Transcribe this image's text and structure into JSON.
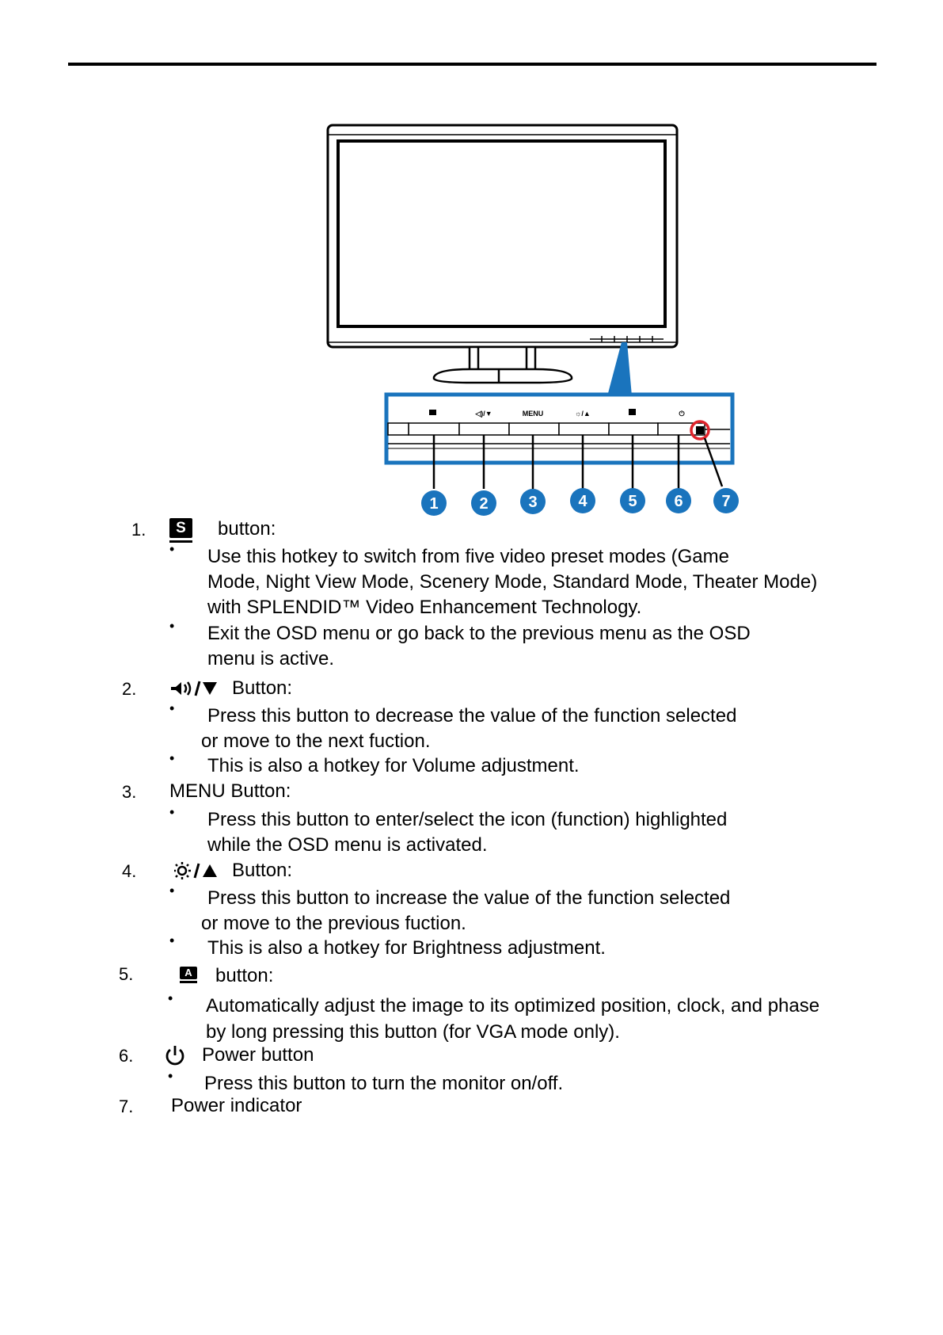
{
  "diagram": {
    "panel_labels": [
      "S",
      "◁)/▼",
      "MENU",
      "☼/▲",
      "A",
      "⏻"
    ],
    "callouts": [
      "1",
      "2",
      "3",
      "4",
      "5",
      "6",
      "7"
    ],
    "accent_color": "#1a74bd",
    "indicator_color": "#e0242b"
  },
  "items": [
    {
      "number": "1.",
      "icon": "splendid-s-icon",
      "icon_text": "S",
      "heading": "button:",
      "bullets": [
        [
          "Use this hotkey to switch from five video preset modes (Game",
          "Mode, Night View Mode, Scenery Mode, Standard Mode, Theater Mode)",
          "with SPLENDID™ Video Enhancement Technology."
        ],
        [
          "Exit the OSD menu or go back to the previous menu as the OSD",
          "menu is active."
        ]
      ]
    },
    {
      "number": "2.",
      "icon": "volume-down-icon",
      "heading": "Button:",
      "bullets": [
        [
          "Press this button to decrease the value of the function selected",
          "or move to the next fuction."
        ],
        [
          "This is also a hotkey for Volume adjustment."
        ]
      ]
    },
    {
      "number": "3.",
      "heading": "MENU Button:",
      "bullets": [
        [
          "Press this button to enter/select the icon (function) highlighted",
          "while the OSD menu is activated."
        ]
      ]
    },
    {
      "number": "4.",
      "icon": "brightness-up-icon",
      "heading": "Button:",
      "bullets": [
        [
          "Press this button to increase the value of the function selected",
          "or move to the previous fuction."
        ],
        [
          "This is also a hotkey for Brightness adjustment."
        ]
      ]
    },
    {
      "number": "5.",
      "icon": "auto-adjust-a-icon",
      "icon_text": "A",
      "heading": "button:",
      "bullets": [
        [
          "Automatically adjust the image to its optimized position, clock, and phase",
          "by long pressing this button  (for VGA mode only)."
        ]
      ]
    },
    {
      "number": "6.",
      "icon": "power-icon",
      "heading": "Power button",
      "bullets": [
        [
          "Press this button to turn the monitor on/off."
        ]
      ]
    },
    {
      "number": "7.",
      "heading": "Power indicator",
      "bullets": []
    }
  ]
}
